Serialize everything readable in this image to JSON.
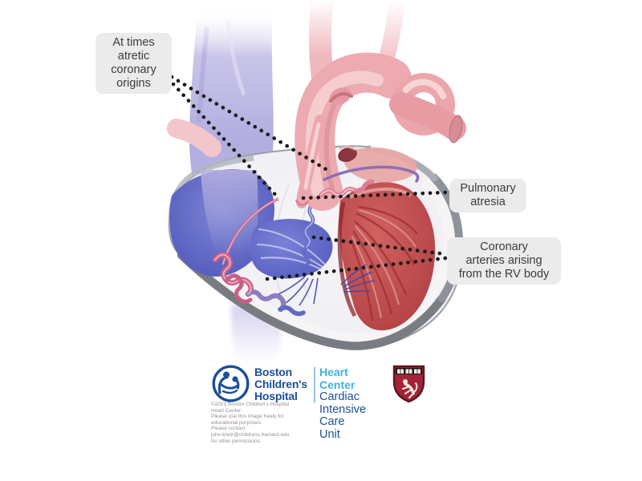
{
  "palette": {
    "callout_bg": "#ebebeb",
    "callout_text": "#3b3b3b",
    "leader_dots": "#1a1a1a",
    "bch_blue": "#1c4f9c",
    "heart_center_light_blue": "#3eb2e7",
    "harvard_crimson": "#a32337",
    "fine_print_gray": "#9a918d",
    "artery_pink": "#edaab0",
    "vein_lavender": "#b6b1e1",
    "rv_red": "#c04d4f",
    "heart_wall_gray": "#85888f"
  },
  "callouts": [
    {
      "id": "atretic-origins",
      "text": "At times\natretic\ncoronary\norigins"
    },
    {
      "id": "pulmonary-atresia",
      "text": "Pulmonary\natresia"
    },
    {
      "id": "coronary-rv-body",
      "text": "Coronary\narteries arising\nfrom the RV body"
    }
  ],
  "footer": {
    "hospital_name": "Boston\nChildren's\nHospital",
    "unit_title": "Heart Center",
    "unit_subtitle": "Cardiac Intensive\nCare Unit",
    "fine_print": [
      "©2021 Boston Children's Hospital Heart Center.",
      "Please use this image freely for educational purposes.",
      "Please contact john.kheir@childrens.harvard.edu for other permissions."
    ]
  },
  "icons": {
    "bch_logo": "boston-childrens-hospital-logo-icon",
    "harvard_shield": "harvard-medical-shield-icon"
  }
}
